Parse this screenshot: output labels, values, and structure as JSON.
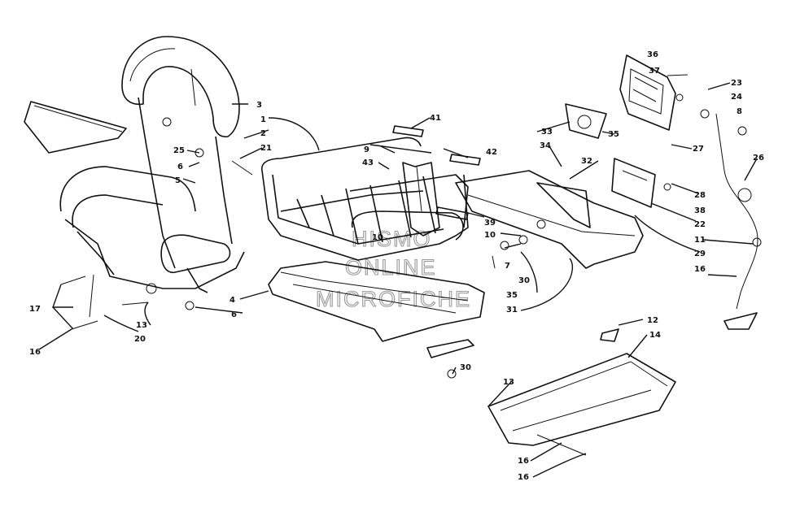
{
  "watermark": [
    "HISMO",
    "ONLINE",
    "MICROFICHE"
  ],
  "callouts": [
    "1",
    "2",
    "3",
    "4",
    "5",
    "6",
    "7",
    "8",
    "9",
    "10",
    "11",
    "12",
    "13",
    "14",
    "16",
    "17",
    "20",
    "21",
    "23",
    "24",
    "25",
    "26",
    "27",
    "28",
    "29",
    "30",
    "31",
    "32",
    "33",
    "34",
    "35",
    "36",
    "37",
    "38",
    "39",
    "41",
    "42",
    "43"
  ],
  "labels": [
    {
      "id": "c36",
      "text": "36"
    },
    {
      "id": "c37",
      "text": "37"
    },
    {
      "id": "c23",
      "text": "23"
    },
    {
      "id": "c24",
      "text": "24"
    },
    {
      "id": "c8a",
      "text": "8"
    },
    {
      "id": "c33",
      "text": "33"
    },
    {
      "id": "c35a",
      "text": "35"
    },
    {
      "id": "c3",
      "text": "3"
    },
    {
      "id": "c1",
      "text": "1"
    },
    {
      "id": "c2",
      "text": "2"
    },
    {
      "id": "c21",
      "text": "21"
    },
    {
      "id": "c41",
      "text": "41"
    },
    {
      "id": "c34",
      "text": "34"
    },
    {
      "id": "c27",
      "text": "27"
    },
    {
      "id": "c26",
      "text": "26"
    },
    {
      "id": "c25",
      "text": "25"
    },
    {
      "id": "c6a",
      "text": "6"
    },
    {
      "id": "c9",
      "text": "9"
    },
    {
      "id": "c43",
      "text": "43"
    },
    {
      "id": "c42",
      "text": "42"
    },
    {
      "id": "c32",
      "text": "32"
    },
    {
      "id": "c28",
      "text": "28"
    },
    {
      "id": "c38",
      "text": "38"
    },
    {
      "id": "c5",
      "text": "5"
    },
    {
      "id": "c22",
      "text": "22"
    },
    {
      "id": "c10a",
      "text": "10"
    },
    {
      "id": "c39",
      "text": "39"
    },
    {
      "id": "c10b",
      "text": "10"
    },
    {
      "id": "c11",
      "text": "11"
    },
    {
      "id": "c29",
      "text": "29"
    },
    {
      "id": "c7",
      "text": "7"
    },
    {
      "id": "c30a",
      "text": "30"
    },
    {
      "id": "c16a",
      "text": "16"
    },
    {
      "id": "c35b",
      "text": "35"
    },
    {
      "id": "c4",
      "text": "4"
    },
    {
      "id": "c31",
      "text": "31"
    },
    {
      "id": "c6b",
      "text": "6"
    },
    {
      "id": "c17",
      "text": "17"
    },
    {
      "id": "c13a",
      "text": "13"
    },
    {
      "id": "c12",
      "text": "12"
    },
    {
      "id": "c20",
      "text": "20"
    },
    {
      "id": "c14",
      "text": "14"
    },
    {
      "id": "c16b",
      "text": "16"
    },
    {
      "id": "c30b",
      "text": "30"
    },
    {
      "id": "c13b",
      "text": "13"
    },
    {
      "id": "c16c",
      "text": "16"
    },
    {
      "id": "c16d",
      "text": "16"
    }
  ]
}
